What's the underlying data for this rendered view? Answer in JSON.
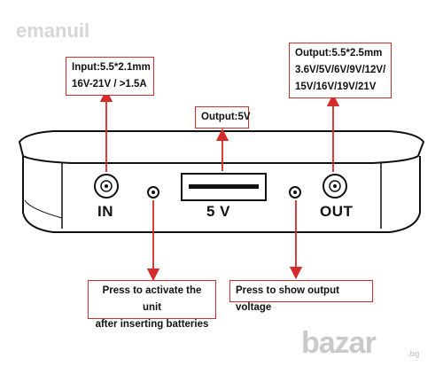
{
  "watermark_top": "emanuil",
  "watermark_bottom": {
    "brand": "bazar",
    "suffix": ".bg"
  },
  "callouts": {
    "input": {
      "line1": "Input:5.5*2.1mm",
      "line2": "16V-21V / >1.5A"
    },
    "output_usb": {
      "line1": "Output:5V"
    },
    "output_dc": {
      "line1": "Output:5.5*2.5mm",
      "line2": "3.6V/5V/6V/9V/12V/",
      "line3": "15V/16V/19V/21V"
    },
    "activate": {
      "line1": "Press to activate the unit",
      "line2": "after inserting batteries"
    },
    "show_voltage": {
      "line1": "Press to show output voltage"
    }
  },
  "ports": {
    "in_label": "IN",
    "usb_label": "5 V",
    "out_label": "OUT"
  },
  "colors": {
    "arrow": "#d42b2b",
    "outline": "#111111",
    "box_border": "#d42b2b"
  }
}
